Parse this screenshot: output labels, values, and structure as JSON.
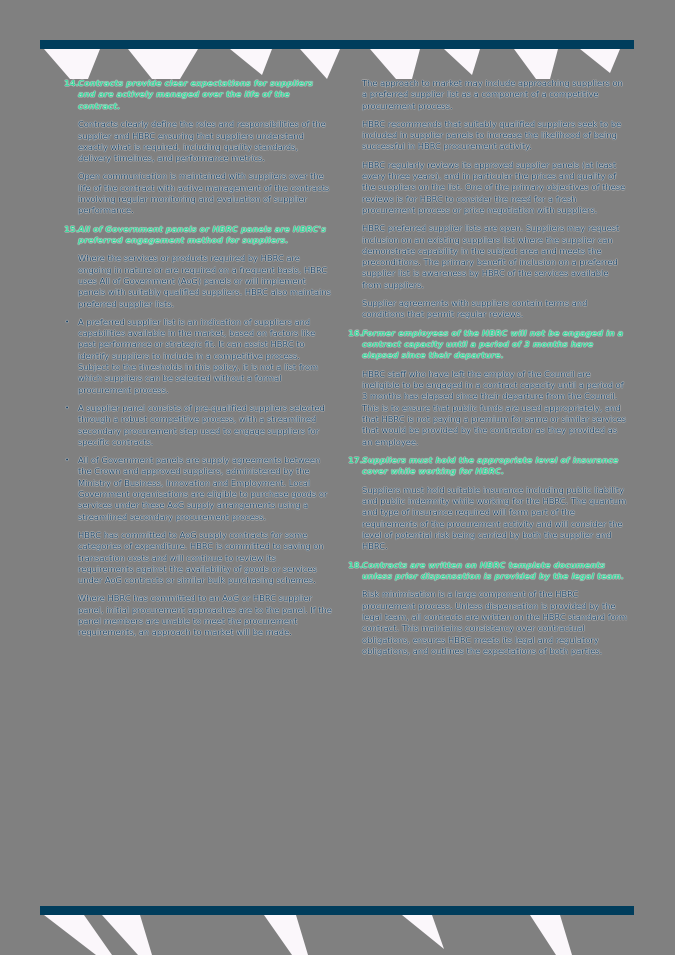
{
  "colors": {
    "band": "#003d5c",
    "heading": "#3dd69d",
    "body": "#1c4466",
    "background": "#808080"
  },
  "left_column": {
    "s14": {
      "num": "14.",
      "heading": "Contracts provide clear expectations for suppliers and are actively managed over the life of the contract.",
      "p1": "Contracts clearly define the roles and responsibilities of the supplier and HBRC ensuring that suppliers understand exactly what is required, including quality standards, delivery timelines, and performance metrics.",
      "p2": "Open communication is maintained with suppliers over the life of the contract with active management of the contracts involving regular monitoring and evaluation of supplier performance."
    },
    "s15": {
      "num": "15.",
      "heading": "All of Government panels or HBRC panels are HBRC's preferred engagement method for suppliers.",
      "p1": "Where the services or products required by HBRC are ongoing in nature or are required on a frequent basis, HBRC uses All of Government (AoG) panels or will implement panels with suitably qualified suppliers. HBRC also maintains preferred supplier lists.",
      "b1": "A preferred supplier list is an indication of suppliers and capabilities available in the market, based on factors like past performance or strategic fit. It can assist HBRC to identify suppliers to include in a competitive process. Subject to the thresholds in this policy, it is not a list from which suppliers can be selected without a formal procurement process.",
      "b2": "A supplier panel consists of pre-qualified suppliers selected through a robust competitive process, with a streamlined secondary procurement step used to engage suppliers for specific contracts.",
      "b3": "All of Government panels are supply agreements between the Crown and approved suppliers, administered by the Ministry of Business, Innovation and Employment. Local Government organisations are eligible to purchase goods or services under these AoG supply arrangements using a streamlined secondary procurement process.",
      "p2": "HBRC has committed to AoG supply contracts for some categories of expenditure. HBRC is committed to saving on transaction costs and will continue to review its requirements against the availability of goods or services under AoG contracts or similar bulk purchasing schemes.",
      "p3": "Where HBRC has committed to an AoG or HBRC supplier panel, initial procurement approaches are to the panel. If the panel members are unable to meet the procurement requirements, an approach to market will be made."
    }
  },
  "right_column": {
    "p1": "The approach to market may include approaching suppliers on a preferred supplier list as a component of a competitive procurement process.",
    "p2": "HBRC recommends that suitably qualified suppliers seek to be included in supplier panels to increase the likelihood of being successful in HBRC procurement activity.",
    "p3": "HBRC regularly reviews its approved supplier panels (at least every three years), and in particular the prices and quality of the suppliers on the list. One of the primary objectives of these reviews is for HBRC to consider the need for a fresh procurement process or price negotiation with suppliers.",
    "p4": "HBRC preferred supplier lists are open. Suppliers may request inclusion on an existing suppliers list where the supplier can demonstrate capability in the subject area and meets the preconditions. The primary benefit of inclusion on a preferred supplier list is awareness by HBRC of the services available from suppliers.",
    "p5": "Supplier agreements with suppliers contain terms and conditions that permit regular reviews.",
    "s16": {
      "num": "16.",
      "heading": "Former employees of the HBRC will not be engaged in a contract capacity until a period of 3 months have elapsed since their departure.",
      "p1": "HBRC staff who have left the employ of the Council are ineligible to be engaged in a contract capacity until a period of 3 months has elapsed since their departure from the Council. This is to ensure that public funds are used appropriately, and that HBRC is not paying a premium for same or similar services that would be provided by the contractor as they provided as an employee."
    },
    "s17": {
      "num": "17.",
      "heading": "Suppliers must hold the appropriate level of insurance cover while working for HBRC.",
      "p1": "Suppliers must hold suitable insurance including public liability and public indemnity while working for the HBRC. The quantum and type of insurance required will form part of the requirements of the procurement activity and will consider the level of potential risk being carried by both the supplier and HBRC."
    },
    "s18": {
      "num": "18.",
      "heading": "Contracts are written on HBRC template documents unless prior dispensation is provided by the legal team.",
      "p1": "Risk minimisation is a large component of the HBRC procurement process. Unless dispensation is provided by the legal team, all contracts are written on the HBRC standard form contract. This maintains consistency over contractual obligations, ensures HBRC meets its legal and regulatory obligations, and outlines the expectations of both parties."
    }
  }
}
